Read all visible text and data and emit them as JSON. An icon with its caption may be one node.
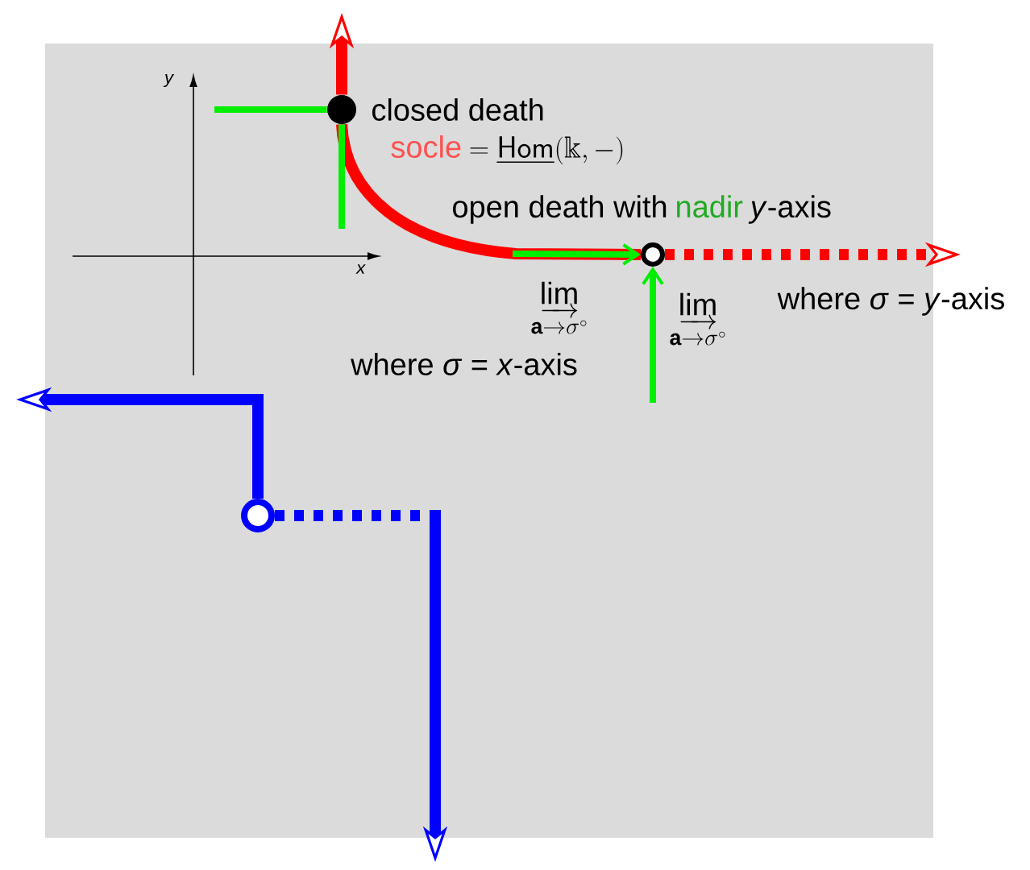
{
  "diagram": {
    "nodes": [
      {
        "text": [],
        "shape": "circle",
        "beside": [
          "closed death",
          "socle",
          "= \\underline{\\mathsf{Hom}}(\\Bbbk, -)"
        ]
      },
      {
        "text": [],
        "shape": "circle",
        "beside": [
          "open death with",
          "nadir",
          "*y*-axis"
        ]
      },
      {
        "text": [],
        "shape": "circle"
      }
    ],
    "edges": [
      {
        "from": 0,
        "to": null,
        "arrow": "to",
        "color": "#ff0000"
      },
      {
        "from": 0,
        "to": 1,
        "arrow": "none",
        "color": "#ff0000"
      },
      {
        "from": 1,
        "to": null,
        "arrow": "to",
        "style": "dashed",
        "color": "#ff0000"
      },
      {
        "from": 0,
        "to": null,
        "arrow": "none",
        "color": "#00ee00"
      },
      {
        "from": 0,
        "to": null,
        "arrow": "none",
        "color": "#00ee00"
      },
      {
        "from": null,
        "to": 1,
        "arrow": "to",
        "color": "#00ee00"
      },
      {
        "from": null,
        "to": 1,
        "arrow": "to",
        "color": "#00ee00"
      },
      {
        "from": 2,
        "to": null,
        "arrow": "to",
        "color": "#0000ff"
      },
      {
        "from": 2,
        "to": null,
        "arrow": "to",
        "color": "#0000ff"
      }
    ],
    "labels": [
      "*y*",
      "*x*",
      "\\varinjlim_{\\mathbf{a}\\to\\sigma^\\circ}",
      "\\varinjlim_{\\mathbf{a}\\to\\sigma^\\circ}",
      "where *σ* = *x*-axis",
      "where *σ* = *y*-axis"
    ]
  }
}
